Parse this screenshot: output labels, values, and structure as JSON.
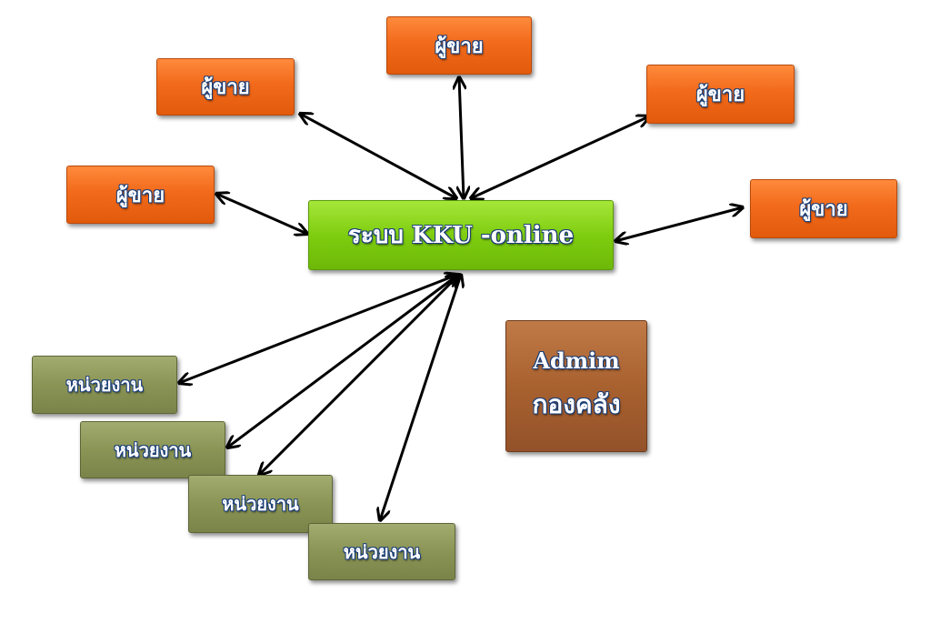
{
  "system": {
    "label": "ระบบ KKU -online"
  },
  "sellers": [
    {
      "label": "ผู้ขาย"
    },
    {
      "label": "ผู้ขาย"
    },
    {
      "label": "ผู้ขาย"
    },
    {
      "label": "ผู้ขาย"
    },
    {
      "label": "ผู้ขาย"
    }
  ],
  "units": [
    {
      "label": "หน่วยงาน"
    },
    {
      "label": "หน่วยงาน"
    },
    {
      "label": "หน่วยงาน"
    },
    {
      "label": "หน่วยงาน"
    }
  ],
  "admin": {
    "line1": "Admim",
    "line2": "กองคลัง"
  },
  "colors": {
    "seller": "#f26a1b",
    "unit": "#8a9455",
    "system": "#7fcd10",
    "admin": "#a8612f",
    "text_outline": "#1a3f7a",
    "arrow": "#000000"
  }
}
